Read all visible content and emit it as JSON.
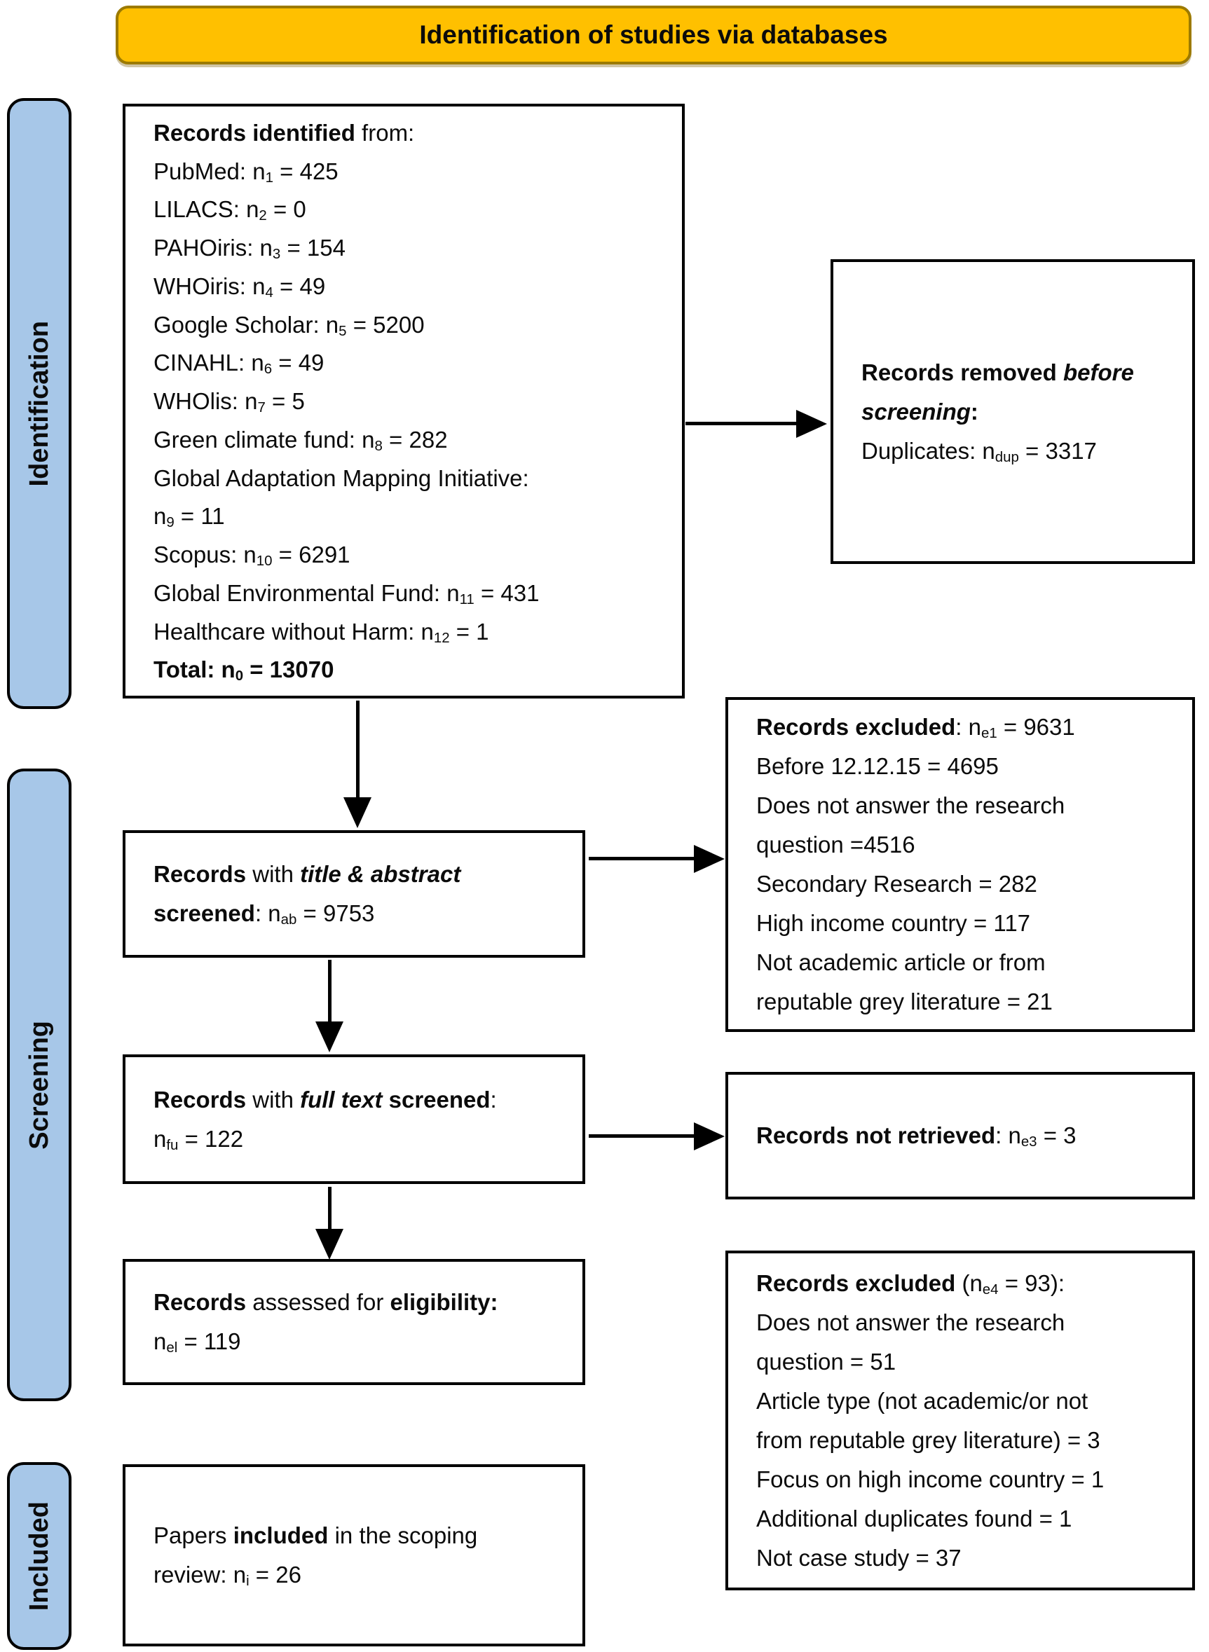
{
  "colors": {
    "header_fill": "#FFC000",
    "header_border": "#9C7A00",
    "stage_fill": "#A7C7E8"
  },
  "header": {
    "title": "Identification of studies via databases"
  },
  "stages": {
    "identification": "Identification",
    "screening": "Screening",
    "included": "Included"
  },
  "boxes": {
    "records_identified": {
      "lines": [
        [
          {
            "t": "Records identified",
            "b": true
          },
          {
            "t": " from:"
          }
        ],
        [
          {
            "t": "PubMed: n"
          },
          {
            "t": "1",
            "s": true
          },
          {
            "t": " = 425"
          }
        ],
        [
          {
            "t": "LILACS: n"
          },
          {
            "t": "2",
            "s": true
          },
          {
            "t": " = 0"
          }
        ],
        [
          {
            "t": "PAHOiris: n"
          },
          {
            "t": "3",
            "s": true
          },
          {
            "t": " = 154"
          }
        ],
        [
          {
            "t": "WHOiris: n"
          },
          {
            "t": "4",
            "s": true
          },
          {
            "t": " = 49"
          }
        ],
        [
          {
            "t": "Google Scholar: n"
          },
          {
            "t": "5",
            "s": true
          },
          {
            "t": " = 5200"
          }
        ],
        [
          {
            "t": "CINAHL: n"
          },
          {
            "t": "6",
            "s": true
          },
          {
            "t": " = 49"
          }
        ],
        [
          {
            "t": "WHOlis: n"
          },
          {
            "t": "7",
            "s": true
          },
          {
            "t": " = 5"
          }
        ],
        [
          {
            "t": "Green climate fund: n"
          },
          {
            "t": "8",
            "s": true
          },
          {
            "t": " = 282"
          }
        ],
        [
          {
            "t": "Global Adaptation Mapping Initiative:"
          }
        ],
        [
          {
            "t": "n"
          },
          {
            "t": "9",
            "s": true
          },
          {
            "t": " = 11"
          }
        ],
        [
          {
            "t": "Scopus: n"
          },
          {
            "t": "10",
            "s": true
          },
          {
            "t": " = 6291"
          }
        ],
        [
          {
            "t": "Global Environmental Fund: n"
          },
          {
            "t": "11",
            "s": true
          },
          {
            "t": " = 431"
          }
        ],
        [
          {
            "t": "Healthcare without Harm: n"
          },
          {
            "t": "12",
            "s": true
          },
          {
            "t": " = 1"
          }
        ],
        [
          {
            "t": "Total: n",
            "b": true
          },
          {
            "t": "0",
            "b": true,
            "s": true
          },
          {
            "t": " = 13070",
            "b": true
          }
        ]
      ]
    },
    "removed_before_screening": {
      "lines": [
        [
          {
            "t": "Records removed ",
            "b": true
          },
          {
            "t": "before",
            "b": true,
            "i": true
          }
        ],
        [
          {
            "t": "screening",
            "b": true,
            "i": true
          },
          {
            "t": ":",
            "b": true
          }
        ],
        [
          {
            "t": "Duplicates: n"
          },
          {
            "t": "dup",
            "s": true
          },
          {
            "t": " = 3317"
          }
        ]
      ]
    },
    "title_abstract_screened": {
      "lines": [
        [
          {
            "t": "Records",
            "b": true
          },
          {
            "t": " with "
          },
          {
            "t": "title & abstract",
            "b": true,
            "i": true
          }
        ],
        [
          {
            "t": "screened",
            "b": true
          },
          {
            "t": ": n"
          },
          {
            "t": "ab",
            "s": true
          },
          {
            "t": " = 9753"
          }
        ]
      ]
    },
    "records_excluded_e1": {
      "lines": [
        [
          {
            "t": "Records excluded",
            "b": true
          },
          {
            "t": ": n"
          },
          {
            "t": "e1",
            "s": true
          },
          {
            "t": " = 9631"
          }
        ],
        [
          {
            "t": "Before 12.12.15 = 4695"
          }
        ],
        [
          {
            "t": "Does not answer the research"
          }
        ],
        [
          {
            "t": "question =4516"
          }
        ],
        [
          {
            "t": "Secondary Research = 282"
          }
        ],
        [
          {
            "t": "High income country = 117"
          }
        ],
        [
          {
            "t": "Not academic article or from"
          }
        ],
        [
          {
            "t": "reputable grey literature = 21"
          }
        ]
      ]
    },
    "full_text_screened": {
      "lines": [
        [
          {
            "t": "Records",
            "b": true
          },
          {
            "t": " with "
          },
          {
            "t": "full text",
            "b": true,
            "i": true
          },
          {
            "t": " "
          },
          {
            "t": "screened",
            "b": true
          },
          {
            "t": ":"
          }
        ],
        [
          {
            "t": "n"
          },
          {
            "t": "fu",
            "s": true
          },
          {
            "t": " = 122"
          }
        ]
      ]
    },
    "records_not_retrieved": {
      "lines": [
        [
          {
            "t": "Records not retrieved",
            "b": true
          },
          {
            "t": ": n"
          },
          {
            "t": "e3",
            "s": true
          },
          {
            "t": " = 3"
          }
        ]
      ]
    },
    "assessed_eligibility": {
      "lines": [
        [
          {
            "t": "Records",
            "b": true
          },
          {
            "t": " assessed for "
          },
          {
            "t": "eligibility:",
            "b": true
          }
        ],
        [
          {
            "t": "n"
          },
          {
            "t": "el",
            "s": true
          },
          {
            "t": " = 119"
          }
        ]
      ]
    },
    "records_excluded_e4": {
      "lines": [
        [
          {
            "t": "Records excluded",
            "b": true
          },
          {
            "t": " (n"
          },
          {
            "t": "e4",
            "s": true
          },
          {
            "t": " = 93):"
          }
        ],
        [
          {
            "t": "Does not answer the research"
          }
        ],
        [
          {
            "t": "question = 51"
          }
        ],
        [
          {
            "t": "Article type (not academic/or not"
          }
        ],
        [
          {
            "t": "from reputable grey literature) = 3"
          }
        ],
        [
          {
            "t": "Focus on high income country = 1"
          }
        ],
        [
          {
            "t": "Additional duplicates found = 1"
          }
        ],
        [
          {
            "t": "Not case study = 37"
          }
        ]
      ]
    },
    "papers_included": {
      "lines": [
        [
          {
            "t": "Papers "
          },
          {
            "t": "included",
            "b": true
          },
          {
            "t": " in the scoping"
          }
        ],
        [
          {
            "t": "review: n"
          },
          {
            "t": "i",
            "s": true
          },
          {
            "t": " = 26"
          }
        ]
      ]
    }
  }
}
